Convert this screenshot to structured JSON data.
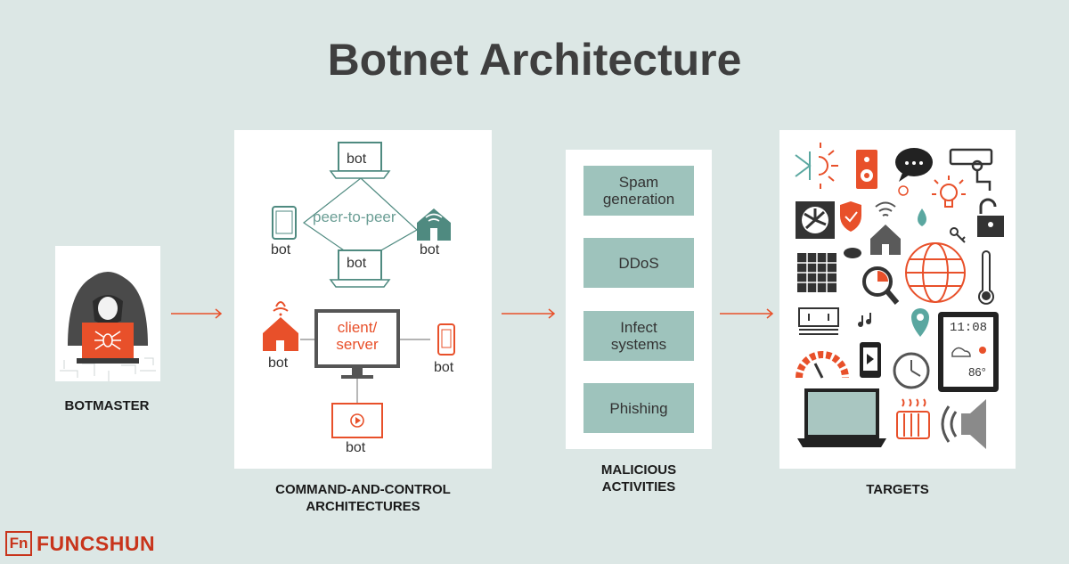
{
  "title": "Botnet Architecture",
  "botmaster_caption": "BOTMASTER",
  "cnc": {
    "caption_line1": "COMMAND-AND-CONTROL",
    "caption_line2": "ARCHITECTURES",
    "p2p_label": "peer-to-peer",
    "client_server_line1": "client/",
    "client_server_line2": "server",
    "bot_label": "bot"
  },
  "malicious": {
    "caption_line1": "MALICIOUS",
    "caption_line2": "ACTIVITIES",
    "activities": [
      {
        "line1": "Spam",
        "line2": "generation"
      },
      {
        "line1": "DDoS",
        "line2": ""
      },
      {
        "line1": "Infect",
        "line2": "systems"
      },
      {
        "line1": "Phishing",
        "line2": ""
      }
    ]
  },
  "targets": {
    "caption": "TARGETS",
    "clock_display": "11:08",
    "temp_display": "86°"
  },
  "brand": {
    "logo_text": "FUNCSHUN",
    "logo_mark": "Fn"
  },
  "colors": {
    "accent": "#e8502a",
    "teal": "#9ec3bc",
    "dark": "#3f3f3f",
    "background": "#dce7e5"
  }
}
